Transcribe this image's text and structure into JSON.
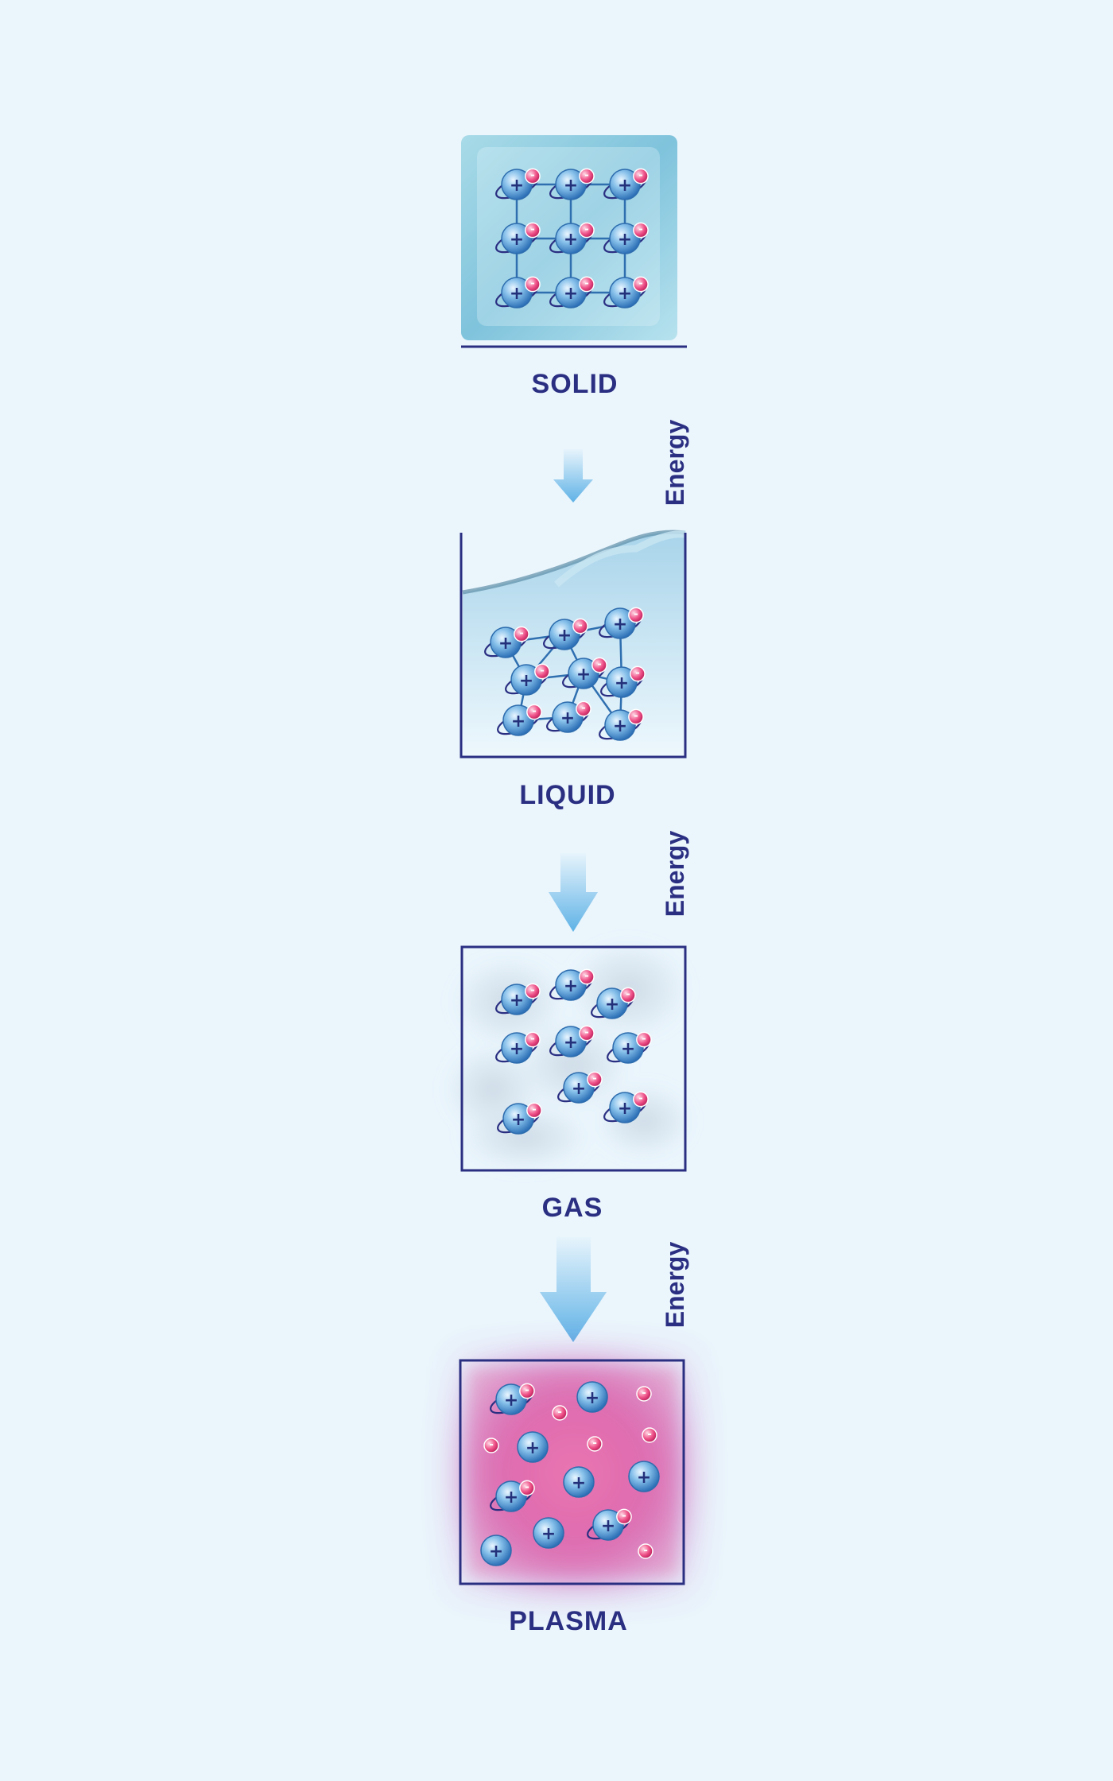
{
  "states": [
    {
      "key": "solid",
      "label": "SOLID"
    },
    {
      "key": "liquid",
      "label": "LIQUID"
    },
    {
      "key": "gas",
      "label": "GAS"
    },
    {
      "key": "plasma",
      "label": "PLASMA"
    }
  ],
  "transitions": [
    {
      "label": "Energy"
    },
    {
      "label": "Energy"
    },
    {
      "label": "Energy"
    }
  ],
  "particle_symbols": {
    "nucleus": "+",
    "electron": "-"
  },
  "colors": {
    "background": "#eaf5fc",
    "frame": "#2b2f82",
    "nucleus": "#4f9ad6",
    "electron": "#e8457c",
    "arrow": "#6cbbe8",
    "plasma_glow": "#e04ca0"
  }
}
